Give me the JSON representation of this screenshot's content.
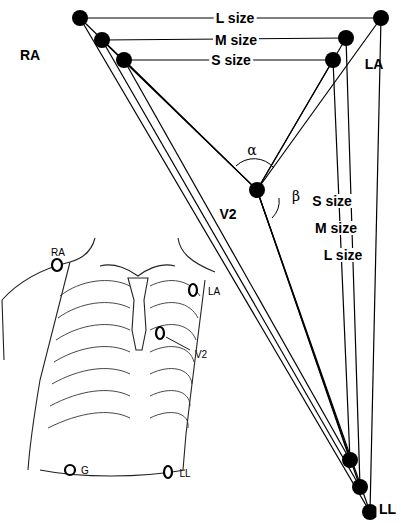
{
  "diagram": {
    "labels": [
      "L size",
      "M size",
      "S size",
      "RA",
      "LA",
      "α",
      "β",
      "V2",
      "S size",
      "M size",
      "L size",
      "LL",
      "RA",
      "LA",
      "V2",
      "G",
      "LL"
    ]
  }
}
